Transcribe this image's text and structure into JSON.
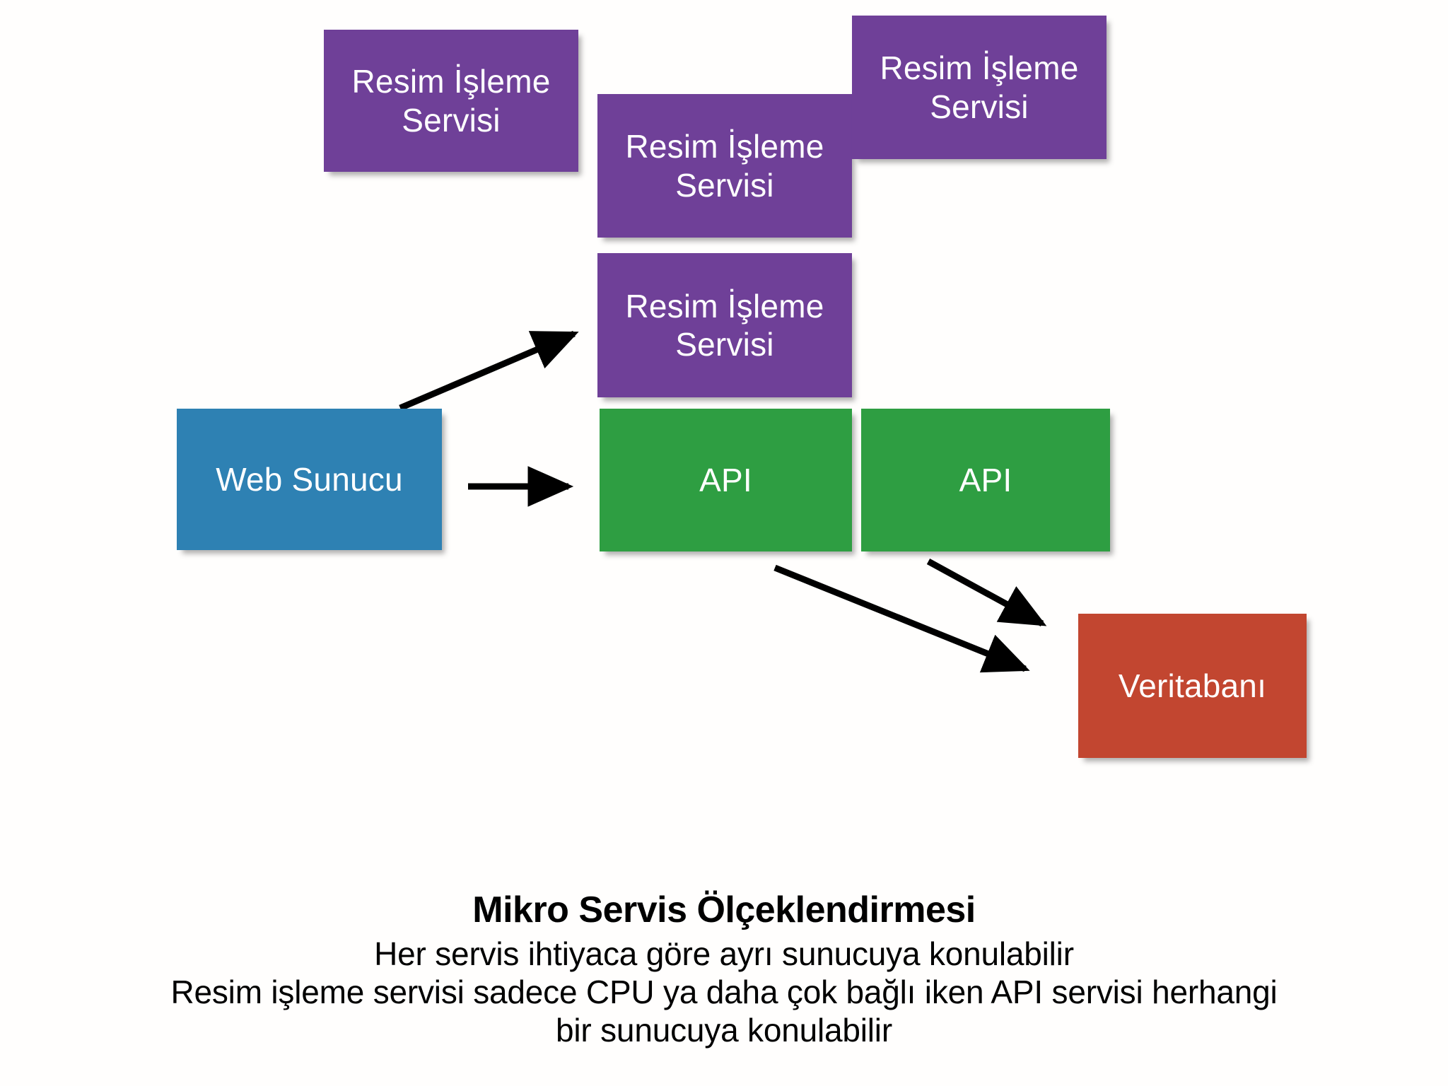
{
  "diagram": {
    "background_color": "#fffefd",
    "nodes": [
      {
        "id": "service-1",
        "label": "Resim İşleme\nServisi",
        "color": "#6F4098",
        "role": "image-processing-service"
      },
      {
        "id": "service-2",
        "label": "Resim İşleme\nServisi",
        "color": "#6F4098",
        "role": "image-processing-service"
      },
      {
        "id": "service-3",
        "label": "Resim İşleme\nServisi",
        "color": "#6F4098",
        "role": "image-processing-service"
      },
      {
        "id": "service-4",
        "label": "Resim İşleme\nServisi",
        "color": "#6F4098",
        "role": "image-processing-service"
      },
      {
        "id": "web-server",
        "label": "Web Sunucu",
        "color": "#2E81B3",
        "role": "web-server"
      },
      {
        "id": "api-1",
        "label": "API",
        "color": "#2E9E42",
        "role": "api-service"
      },
      {
        "id": "api-2",
        "label": "API",
        "color": "#2E9E42",
        "role": "api-service"
      },
      {
        "id": "database",
        "label": "Veritabanı",
        "color": "#C24630",
        "role": "database"
      }
    ],
    "edges": [
      {
        "id": "edge-web-to-service",
        "from": "web-server",
        "to": "service-4",
        "color": "#000000"
      },
      {
        "id": "edge-web-to-api",
        "from": "web-server",
        "to": "api-1",
        "color": "#000000"
      },
      {
        "id": "edge-api1-to-db",
        "from": "api-1",
        "to": "database",
        "color": "#000000"
      },
      {
        "id": "edge-api2-to-db",
        "from": "api-2",
        "to": "database",
        "color": "#000000"
      }
    ]
  },
  "caption": {
    "title": "Mikro Servis Ölçeklendirmesi",
    "line_1": "Her servis ihtiyaca göre ayrı sunucuya konulabilir",
    "line_2": "Resim işleme servisi sadece CPU ya daha çok bağlı iken API servisi herhangi",
    "line_3": "bir sunucuya konulabilir"
  }
}
